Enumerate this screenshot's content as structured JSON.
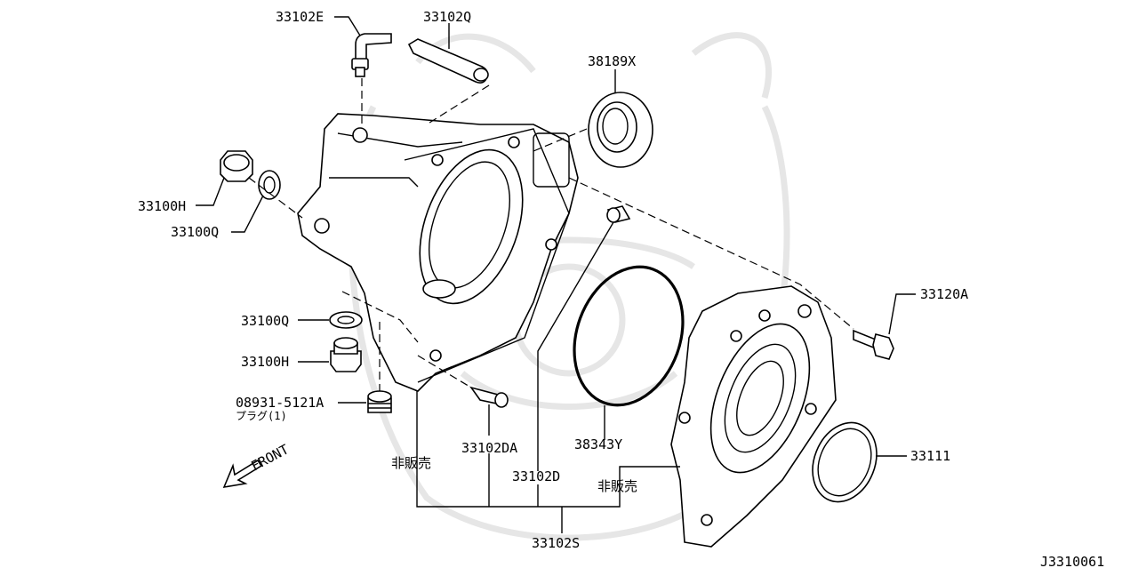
{
  "diagram_id": "J3310061",
  "direction_label": "FRONT",
  "parts": [
    {
      "code": "33102E"
    },
    {
      "code": "33102Q"
    },
    {
      "code": "38189X"
    },
    {
      "code": "33100H"
    },
    {
      "code": "33100Q"
    },
    {
      "code": "33120A"
    },
    {
      "code": "33100Q"
    },
    {
      "code": "33100H"
    },
    {
      "code": "08931-5121A",
      "sub": "プラグ(1)"
    },
    {
      "code": "38343Y"
    },
    {
      "code": "33111"
    },
    {
      "code": "非販売"
    },
    {
      "code": "33102DA"
    },
    {
      "code": "33102D"
    },
    {
      "code": "非販売"
    },
    {
      "code": "33102S"
    }
  ]
}
